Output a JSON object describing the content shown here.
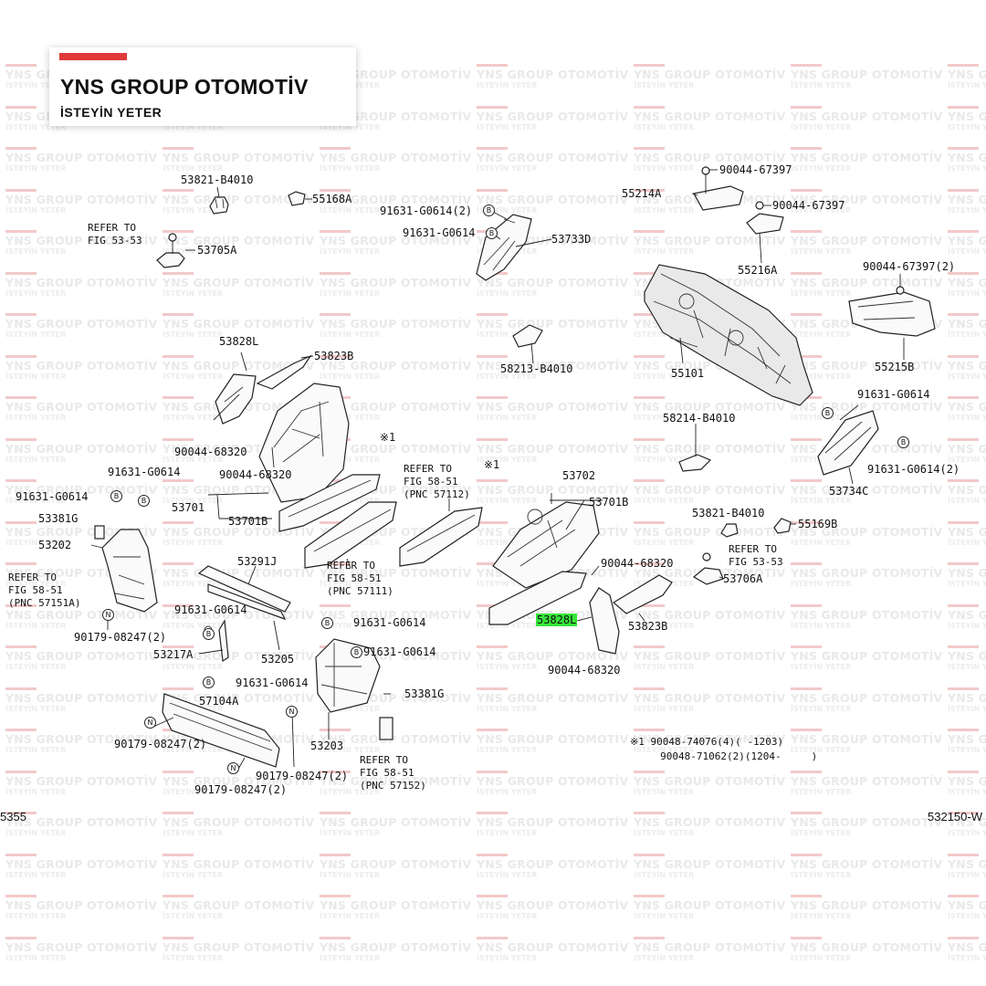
{
  "brand": {
    "name": "YNS GROUP OTOMOTİV",
    "tagline": "İSTEYİN YETER",
    "accent_color": "#e03a3a"
  },
  "watermark": {
    "line1": "YNS GROUP OTOMOTİV",
    "line2": "İSTEYİN YETER"
  },
  "labels": {
    "l53821_top": "53821-B4010",
    "l55168A": "55168A",
    "l53705A": "53705A",
    "l91631_2_top": "91631-G0614(2)",
    "l91631_top2": "91631-G0614",
    "l53733D": "53733D",
    "l90044_67397_a": "90044-67397",
    "l55214A": "55214A",
    "l90044_67397_b": "90044-67397",
    "l55216A": "55216A",
    "l90044_67397_2": "90044-67397(2)",
    "l55215B": "55215B",
    "l55101": "55101",
    "l58213": "58213-B4010",
    "l53828L_top": "53828L",
    "l53823B_top": "53823B",
    "l90044_68320_a": "90044-68320",
    "l90044_68320_b": "90044-68320",
    "l53701": "53701",
    "l53701B_left": "53701B",
    "l91631_left1": "91631-G0614",
    "l91631_left2": "91631-G0614",
    "l53381G_left": "53381G",
    "l53202": "53202",
    "l90179_a": "90179-08247(2)",
    "l53291J": "53291J",
    "l91631_mid": "91631-G0614",
    "l53217A": "53217A",
    "l53205": "53205",
    "l91631_bot": "91631-G0614",
    "l57104A": "57104A",
    "l90179_b": "90179-08247(2)",
    "l90179_c": "90179-08247(2)",
    "l90179_d": "90179-08247(2)",
    "l91631_c1": "91631-G0614",
    "l91631_c2": "91631-G0614",
    "l53381G_c": "53381G",
    "l53203": "53203",
    "l53702": "53702",
    "l53701B_right": "53701B",
    "l90044_68320_c": "90044-68320",
    "l53828L_hl": "53828L",
    "l53823B_r": "53823B",
    "l90044_68320_d": "90044-68320",
    "l58214": "58214-B4010",
    "l91631_r1": "91631-G0614",
    "l91631_r2": "91631-G0614(2)",
    "l53734C": "53734C",
    "l53821_r": "53821-B4010",
    "l55169B": "55169B",
    "l53706A": "53706A",
    "note_mark_1": "※1",
    "note_mark_2": "※1",
    "note_line1": "※1  90048-74076(4)(     -1203)",
    "note_line2": "     90048-71062(2)(1204-     )",
    "corner_left": "5355",
    "corner_right": "532150-W"
  },
  "refs": {
    "r1": "REFER TO\nFIG 53-53",
    "r2": "REFER TO\nFIG 58-51\n(PNC 57112)",
    "r3": "REFER TO\nFIG 58-51\n(PNC 57151A)",
    "r4": "REFER TO\nFIG 58-51\n(PNC 57111)",
    "r5": "REFER TO\nFIG 58-51\n(PNC 57152)",
    "r6": "REFER TO\nFIG 53-53"
  },
  "symbols": {
    "B": "B",
    "N": "N"
  },
  "colors": {
    "highlight": "#35e63a",
    "watermark_bar": "#f2c9c9"
  }
}
